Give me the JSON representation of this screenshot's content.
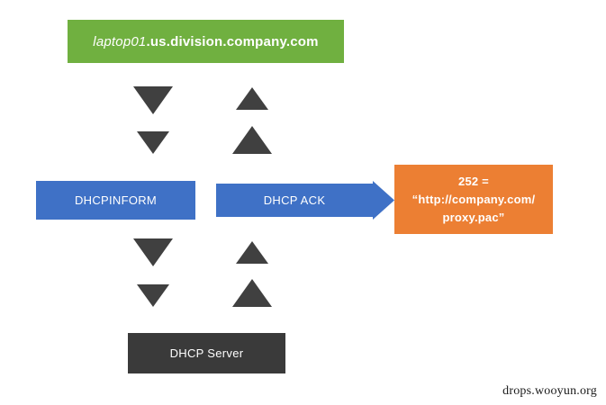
{
  "diagram": {
    "title": "DHCPINFORM / DHCP ACK WPAD option 252 flow",
    "background_color": "#ffffff",
    "nodes": {
      "client": {
        "hostname": "laptop01",
        "domain": ".us.division.company.com",
        "full_label": "laptop01.us.division.company.com",
        "color": "#70b040",
        "text_color": "#ffffff"
      },
      "dhcpinform": {
        "label": "DHCPINFORM",
        "color": "#3f71c6",
        "text_color": "#ffffff",
        "shape": "rectangle"
      },
      "dhcpack": {
        "label": "DHCP ACK",
        "color": "#3f71c6",
        "text_color": "#ffffff",
        "shape": "right-arrow"
      },
      "option252": {
        "line1": "252 =",
        "line2": "“http://company.com/",
        "line3": "proxy.pac”",
        "color": "#ec7f33",
        "text_color": "#ffffff",
        "shape": "rectangle"
      },
      "server": {
        "label": "DHCP Server",
        "color": "#3a3a3a",
        "text_color": "#ffffff",
        "shape": "rectangle"
      }
    },
    "arrows": {
      "color": "#404040",
      "items": [
        {
          "name": "downstream-large-top",
          "direction": "down"
        },
        {
          "name": "downstream-small-top",
          "direction": "down"
        },
        {
          "name": "upstream-small-top",
          "direction": "up"
        },
        {
          "name": "upstream-large-top",
          "direction": "up"
        },
        {
          "name": "downstream-large-bottom",
          "direction": "down"
        },
        {
          "name": "downstream-small-bottom",
          "direction": "down"
        },
        {
          "name": "upstream-small-bottom",
          "direction": "up"
        },
        {
          "name": "upstream-large-bottom",
          "direction": "up"
        }
      ]
    },
    "watermark": "drops.wooyun.org"
  }
}
